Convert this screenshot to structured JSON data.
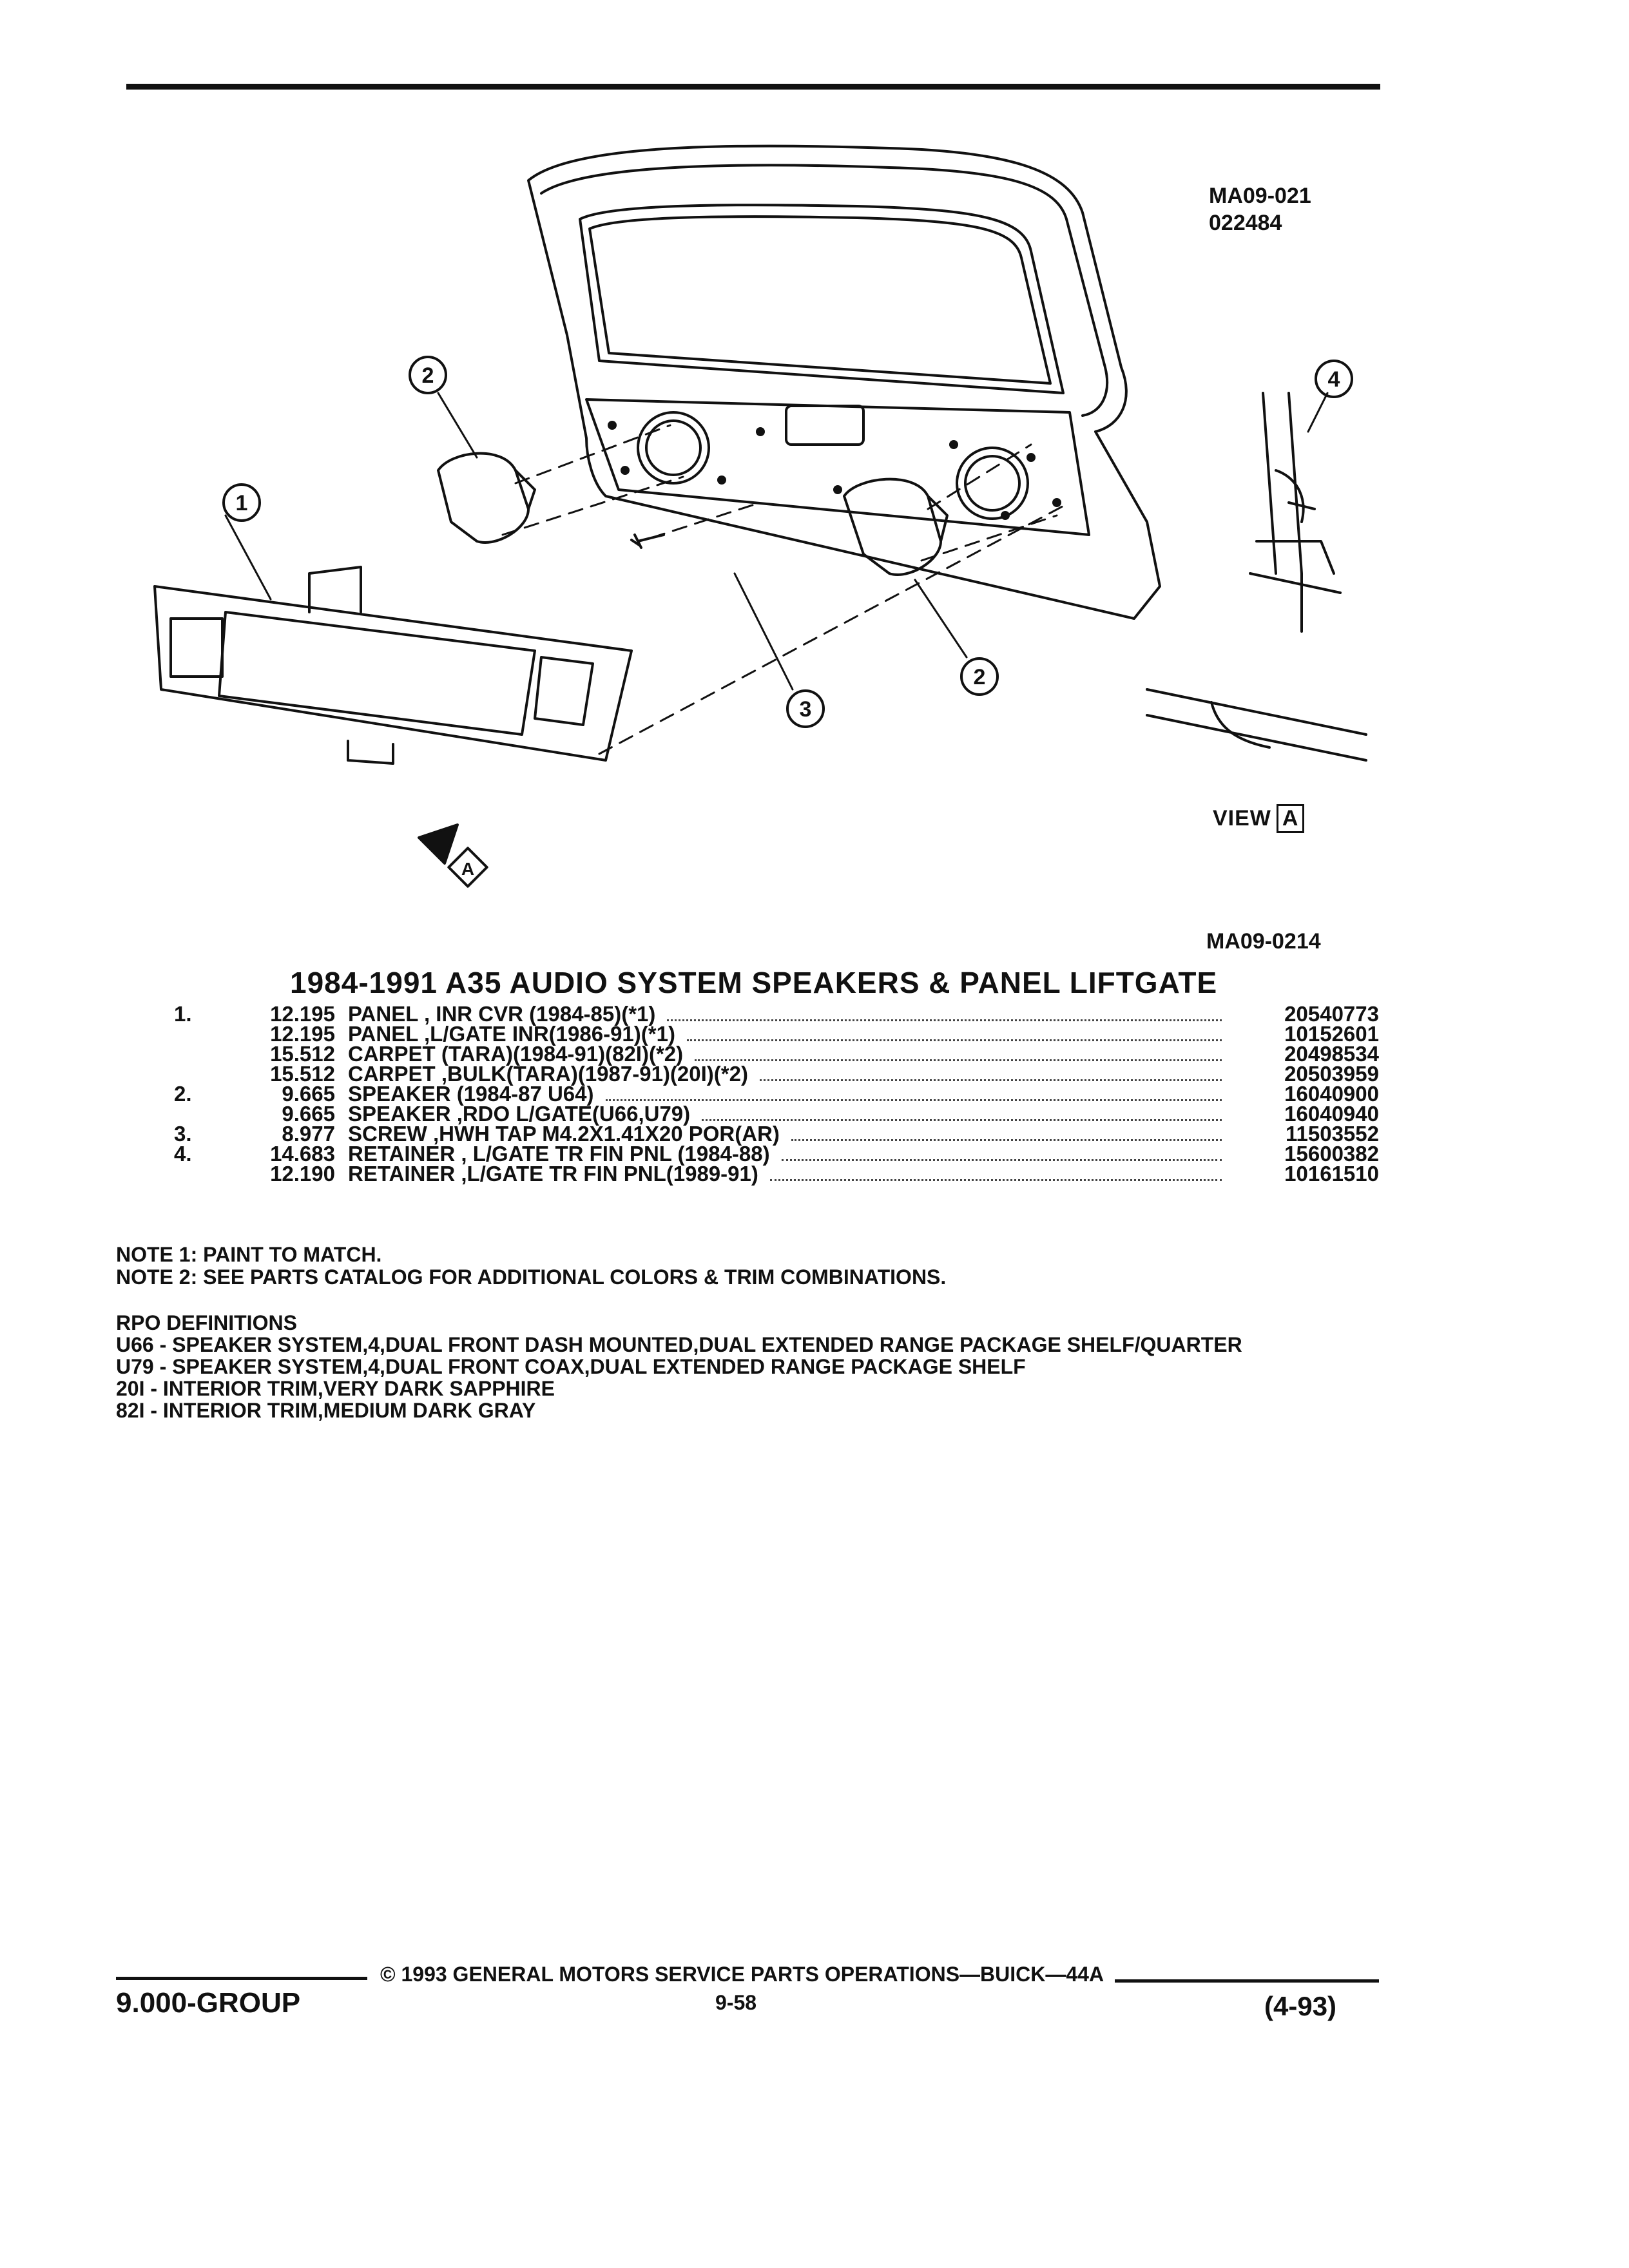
{
  "drawing": {
    "id_top_line1": "MA09-021",
    "id_top_line2": "022484",
    "view_label": "VIEW",
    "view_letter": "A",
    "callouts": [
      "1",
      "2",
      "2",
      "3",
      "4"
    ],
    "arrow_letter": "A",
    "id_bottom": "MA09-0214"
  },
  "title": "1984-1991 A35 AUDIO SYSTEM SPEAKERS & PANEL LIFTGATE",
  "parts": [
    {
      "index": "1.",
      "qty": "12.195",
      "desc": "PANEL , INR CVR (1984-85)(*1)",
      "part_no": "20540773"
    },
    {
      "index": "",
      "qty": "12.195",
      "desc": "PANEL ,L/GATE INR(1986-91)(*1)",
      "part_no": "10152601"
    },
    {
      "index": "",
      "qty": "15.512",
      "desc": "CARPET (TARA)(1984-91)(82I)(*2)",
      "part_no": "20498534"
    },
    {
      "index": "",
      "qty": "15.512",
      "desc": "CARPET ,BULK(TARA)(1987-91)(20I)(*2)",
      "part_no": "20503959"
    },
    {
      "index": "2.",
      "qty": "9.665",
      "desc": "SPEAKER (1984-87 U64)",
      "part_no": "16040900"
    },
    {
      "index": "",
      "qty": "9.665",
      "desc": "SPEAKER ,RDO L/GATE(U66,U79)",
      "part_no": "16040940"
    },
    {
      "index": "3.",
      "qty": "8.977",
      "desc": "SCREW ,HWH TAP M4.2X1.41X20 POR(AR)",
      "part_no": "11503552"
    },
    {
      "index": "4.",
      "qty": "14.683",
      "desc": "RETAINER , L/GATE TR FIN PNL (1984-88)",
      "part_no": "15600382"
    },
    {
      "index": "",
      "qty": "12.190",
      "desc": "RETAINER ,L/GATE TR FIN PNL(1989-91)",
      "part_no": "10161510"
    }
  ],
  "notes": [
    "NOTE  1:  PAINT TO MATCH.",
    "NOTE  2:  SEE PARTS CATALOG FOR ADDITIONAL COLORS & TRIM COMBINATIONS."
  ],
  "rpo": {
    "heading": "RPO DEFINITIONS",
    "items": [
      "U66 - SPEAKER SYSTEM,4,DUAL FRONT DASH MOUNTED,DUAL EXTENDED RANGE PACKAGE SHELF/QUARTER",
      "U79 - SPEAKER SYSTEM,4,DUAL FRONT COAX,DUAL EXTENDED RANGE PACKAGE SHELF",
      "20I - INTERIOR TRIM,VERY DARK SAPPHIRE",
      "82I - INTERIOR TRIM,MEDIUM DARK GRAY"
    ]
  },
  "footer": {
    "copyright": "© 1993  GENERAL MOTORS SERVICE PARTS OPERATIONS—BUICK—44A",
    "group": "9.000-GROUP",
    "page": "9-58",
    "date": "(4-93)"
  }
}
